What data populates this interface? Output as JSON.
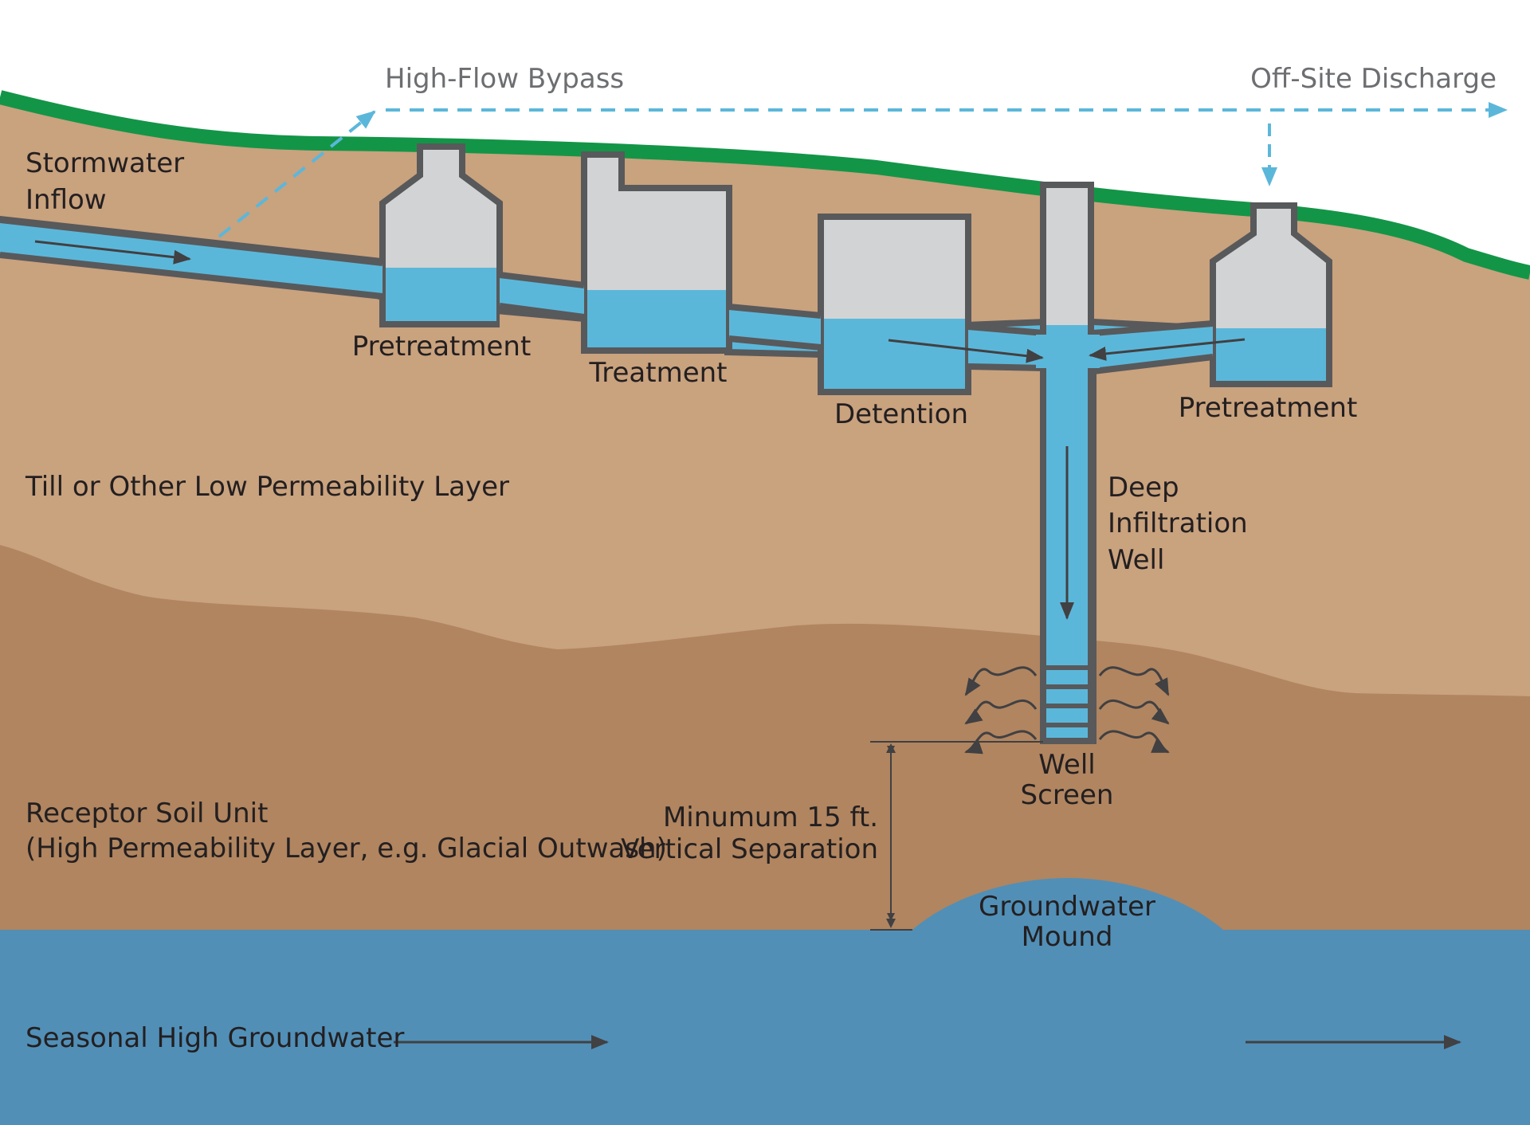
{
  "colors": {
    "ground_surface": "#139547",
    "till_layer": "#c9a27e",
    "receptor_soil": "#b08560",
    "groundwater": "#518fb7",
    "stormwater": "#5bb7da",
    "structure_fill": "#d1d3d4",
    "structure_outline": "#58595b",
    "bypass_line": "#5bb7da",
    "annotation_line": "#414042"
  },
  "labels": {
    "high_flow_bypass": "High-Flow Bypass",
    "off_site_discharge": "Off-Site Discharge",
    "stormwater_inflow_line1": "Stormwater",
    "stormwater_inflow_line2": "Inflow",
    "pretreatment_left": "Pretreatment",
    "treatment": "Treatment",
    "detention": "Detention",
    "pretreatment_right": "Pretreatment",
    "till_layer": "Till or Other Low Permeability Layer",
    "deep_infiltration_line1": "Deep",
    "deep_infiltration_line2": "Infiltration",
    "deep_infiltration_line3": "Well",
    "well_screen_line1": "Well",
    "well_screen_line2": "Screen",
    "receptor_line1": "Receptor Soil Unit",
    "receptor_line2": "(High Permeability Layer, e.g. Glacial Outwash)",
    "separation_line1": "Minumum 15 ft.",
    "separation_line2": "Vertical Separation",
    "mound_line1": "Groundwater",
    "mound_line2": "Mound",
    "seasonal_groundwater": "Seasonal High Groundwater"
  }
}
